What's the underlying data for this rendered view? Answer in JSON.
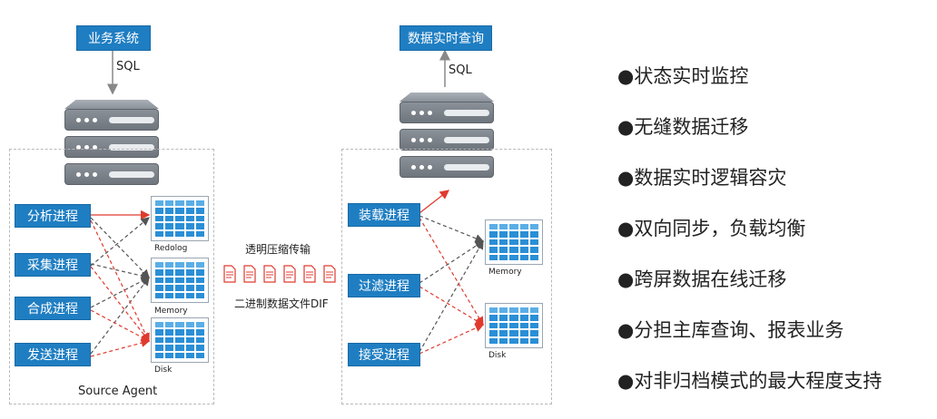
{
  "left": {
    "top_box": "业务系统",
    "sql_label": "SQL",
    "processes": [
      "分析进程",
      "采集进程",
      "合成进程",
      "发送进程"
    ],
    "stores": [
      "Redolog",
      "Memory",
      "Disk"
    ],
    "region_label": "Source Agent"
  },
  "middle": {
    "top_label": "透明压缩传输",
    "bottom_label": "二进制数据文件DIF"
  },
  "right": {
    "top_box": "数据实时查询",
    "sql_label": "SQL",
    "processes": [
      "装载进程",
      "过滤进程",
      "接受进程"
    ],
    "stores": [
      "Memory",
      "Disk"
    ]
  },
  "features": [
    "●状态实时监控",
    "●无缝数据迁移",
    "●数据实时逻辑容灾",
    "●双向同步，负载均衡",
    "●跨屏数据在线迁移",
    "●分担主库查询、报表业务",
    "●对非归档模式的最大程度支持"
  ],
  "colors": {
    "box_blue": "#1f7ec2",
    "arrow_red": "#e03a2f",
    "arrow_dark": "#555555",
    "server_gray": "#7b8189"
  },
  "icons": [
    "server-icon",
    "table-icon",
    "document-icon"
  ]
}
